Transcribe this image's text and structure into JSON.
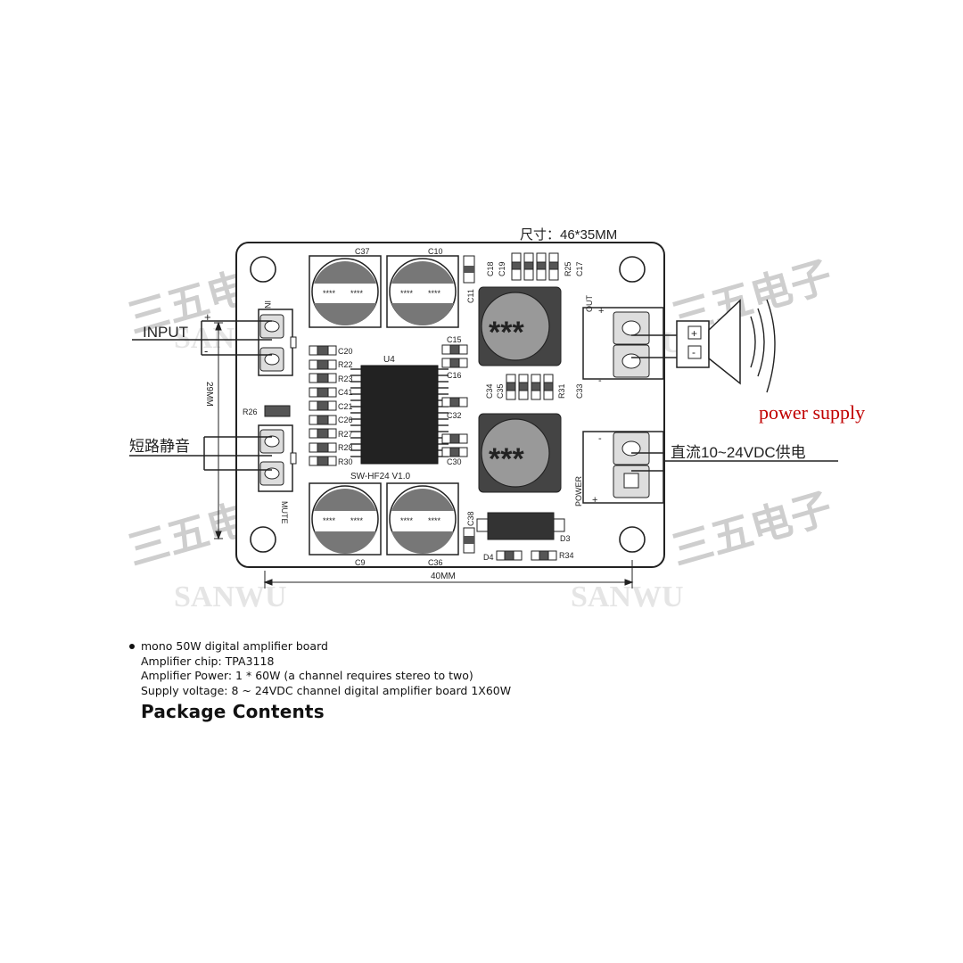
{
  "diagram": {
    "size_label": "尺寸：46*35MM",
    "input_label": "INPUT",
    "mute_short_label": "短路静音",
    "dc_label": "直流10~24VDC供电",
    "power_supply_label": "power supply",
    "dim_height": "29MM",
    "dim_width": "40MM",
    "chip_label": "U4",
    "board_name": "SW-HF24 V1.0",
    "out_label": "OUT",
    "power_label": "POWER",
    "mute_label": "MUTE",
    "in_label": "IN",
    "plus": "+",
    "minus": "-",
    "watermark_cn": "三五电子",
    "watermark_en": "SANWU",
    "inductor_mark": "***",
    "cap_mark": "****",
    "components": {
      "c37": "C37",
      "c10": "C10",
      "c11": "C11",
      "c18": "C18",
      "c19": "C19",
      "r25": "R25",
      "c17": "C17",
      "c15": "C15",
      "c16": "C16",
      "c34": "C34",
      "c35": "C35",
      "r31": "R31",
      "c33": "C33",
      "c32": "C32",
      "c30": "C30",
      "c9": "C9",
      "c36": "C36",
      "c38": "C38",
      "d3": "D3",
      "d4": "D4",
      "r34": "R34",
      "r26": "R26",
      "left_column": [
        "C20",
        "R22",
        "R23",
        "C41",
        "C21",
        "C26",
        "R27",
        "R28",
        "R30"
      ]
    }
  },
  "info": {
    "lines": [
      "mono 50W digital amplifier board",
      "Amplifier chip: TPA3118",
      "Amplifier Power: 1 * 60W (a channel requires stereo to two)",
      "Supply voltage: 8 ~ 24VDC channel digital amplifier board 1X60W"
    ],
    "heading": "Package Contents"
  }
}
